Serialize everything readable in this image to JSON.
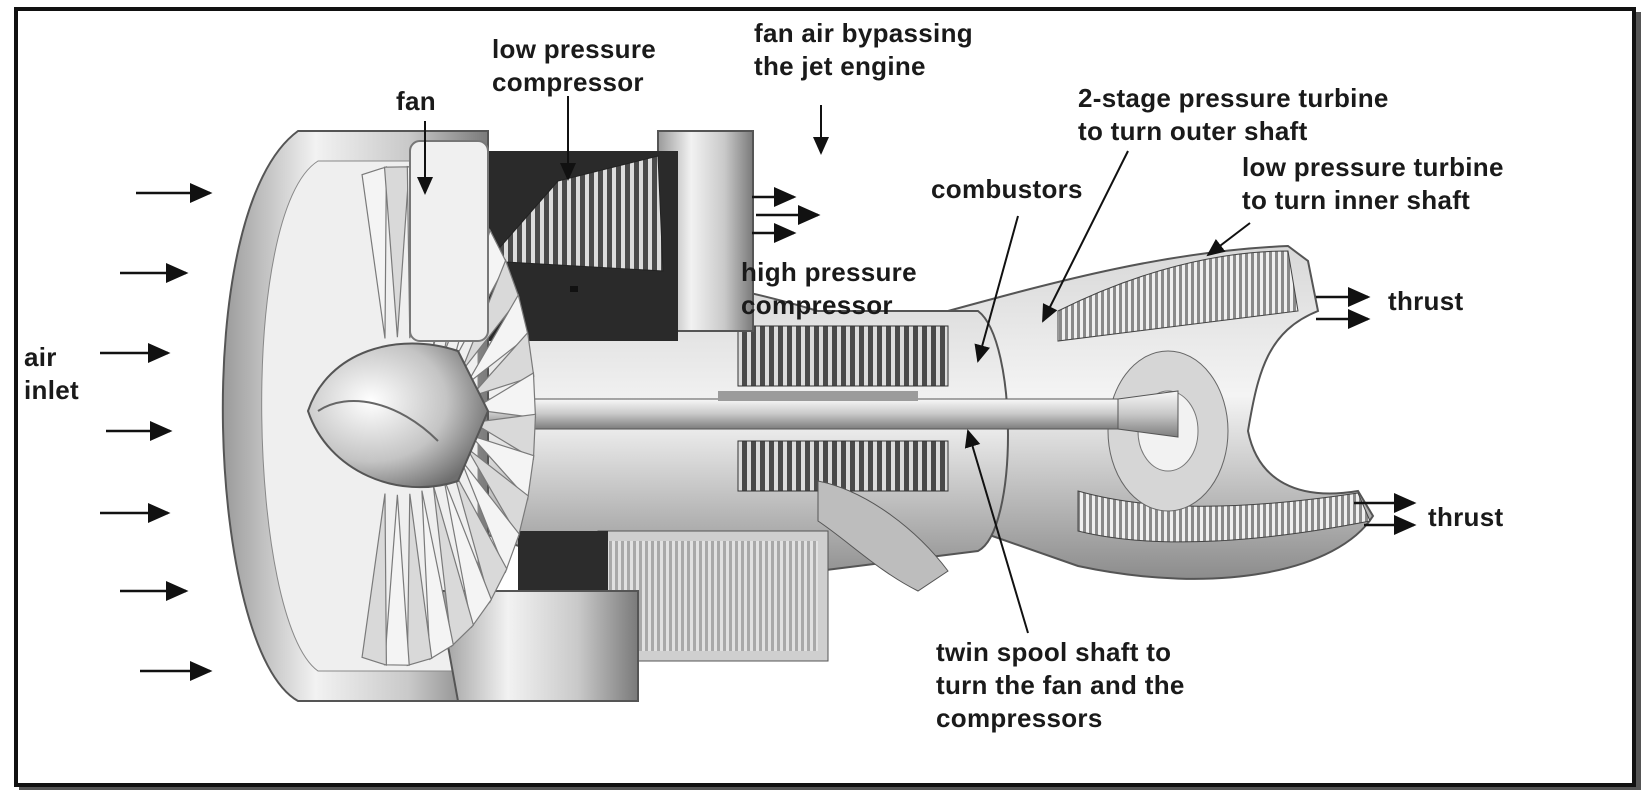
{
  "diagram": {
    "labels": {
      "air_inlet": [
        "air",
        "inlet"
      ],
      "fan": [
        "fan"
      ],
      "low_pressure_compressor": [
        "low pressure",
        "compressor"
      ],
      "fan_air_bypass": [
        "fan air bypassing",
        "the jet engine"
      ],
      "two_stage_turbine": [
        "2-stage pressure turbine",
        "to turn outer shaft"
      ],
      "low_pressure_turbine": [
        "low pressure turbine",
        "to turn inner shaft"
      ],
      "combustors": [
        "combustors"
      ],
      "high_pressure_compressor": [
        "high pressure",
        "compressor"
      ],
      "thrust_upper": [
        "thrust"
      ],
      "thrust_lower": [
        "thrust"
      ],
      "twin_spool_shaft": [
        "twin spool shaft to",
        "turn the fan and the",
        "compressors"
      ]
    },
    "colors": {
      "border": "#111111",
      "text": "#1a1a1a",
      "engine_metal_light": "#e8e8e8",
      "engine_metal_dark": "#3a3a3a"
    }
  }
}
